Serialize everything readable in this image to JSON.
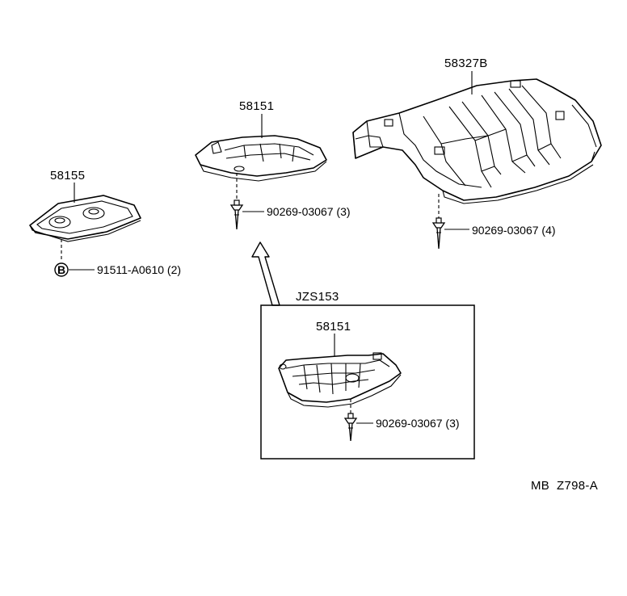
{
  "colors": {
    "ink": "#000000",
    "paper": "#ffffff"
  },
  "parts": {
    "left_cover": {
      "part_no": "58155",
      "fastener_part_no": "91511-A0610 (2)",
      "marker": "B"
    },
    "mid_cover": {
      "part_no": "58151",
      "fastener_part_no": "90269-03067 (3)"
    },
    "main_cover": {
      "part_no": "58327B",
      "fastener_part_no": "90269-03067 (4)"
    }
  },
  "variant_box": {
    "label": "JZS153",
    "part_no": "58151",
    "fastener_part_no": "90269-03067 (3)"
  },
  "footer": {
    "code": "MB  Z798-A"
  },
  "icons": [
    "clip-fastener-icon",
    "bolt-marker-icon",
    "direction-arrow-icon"
  ]
}
